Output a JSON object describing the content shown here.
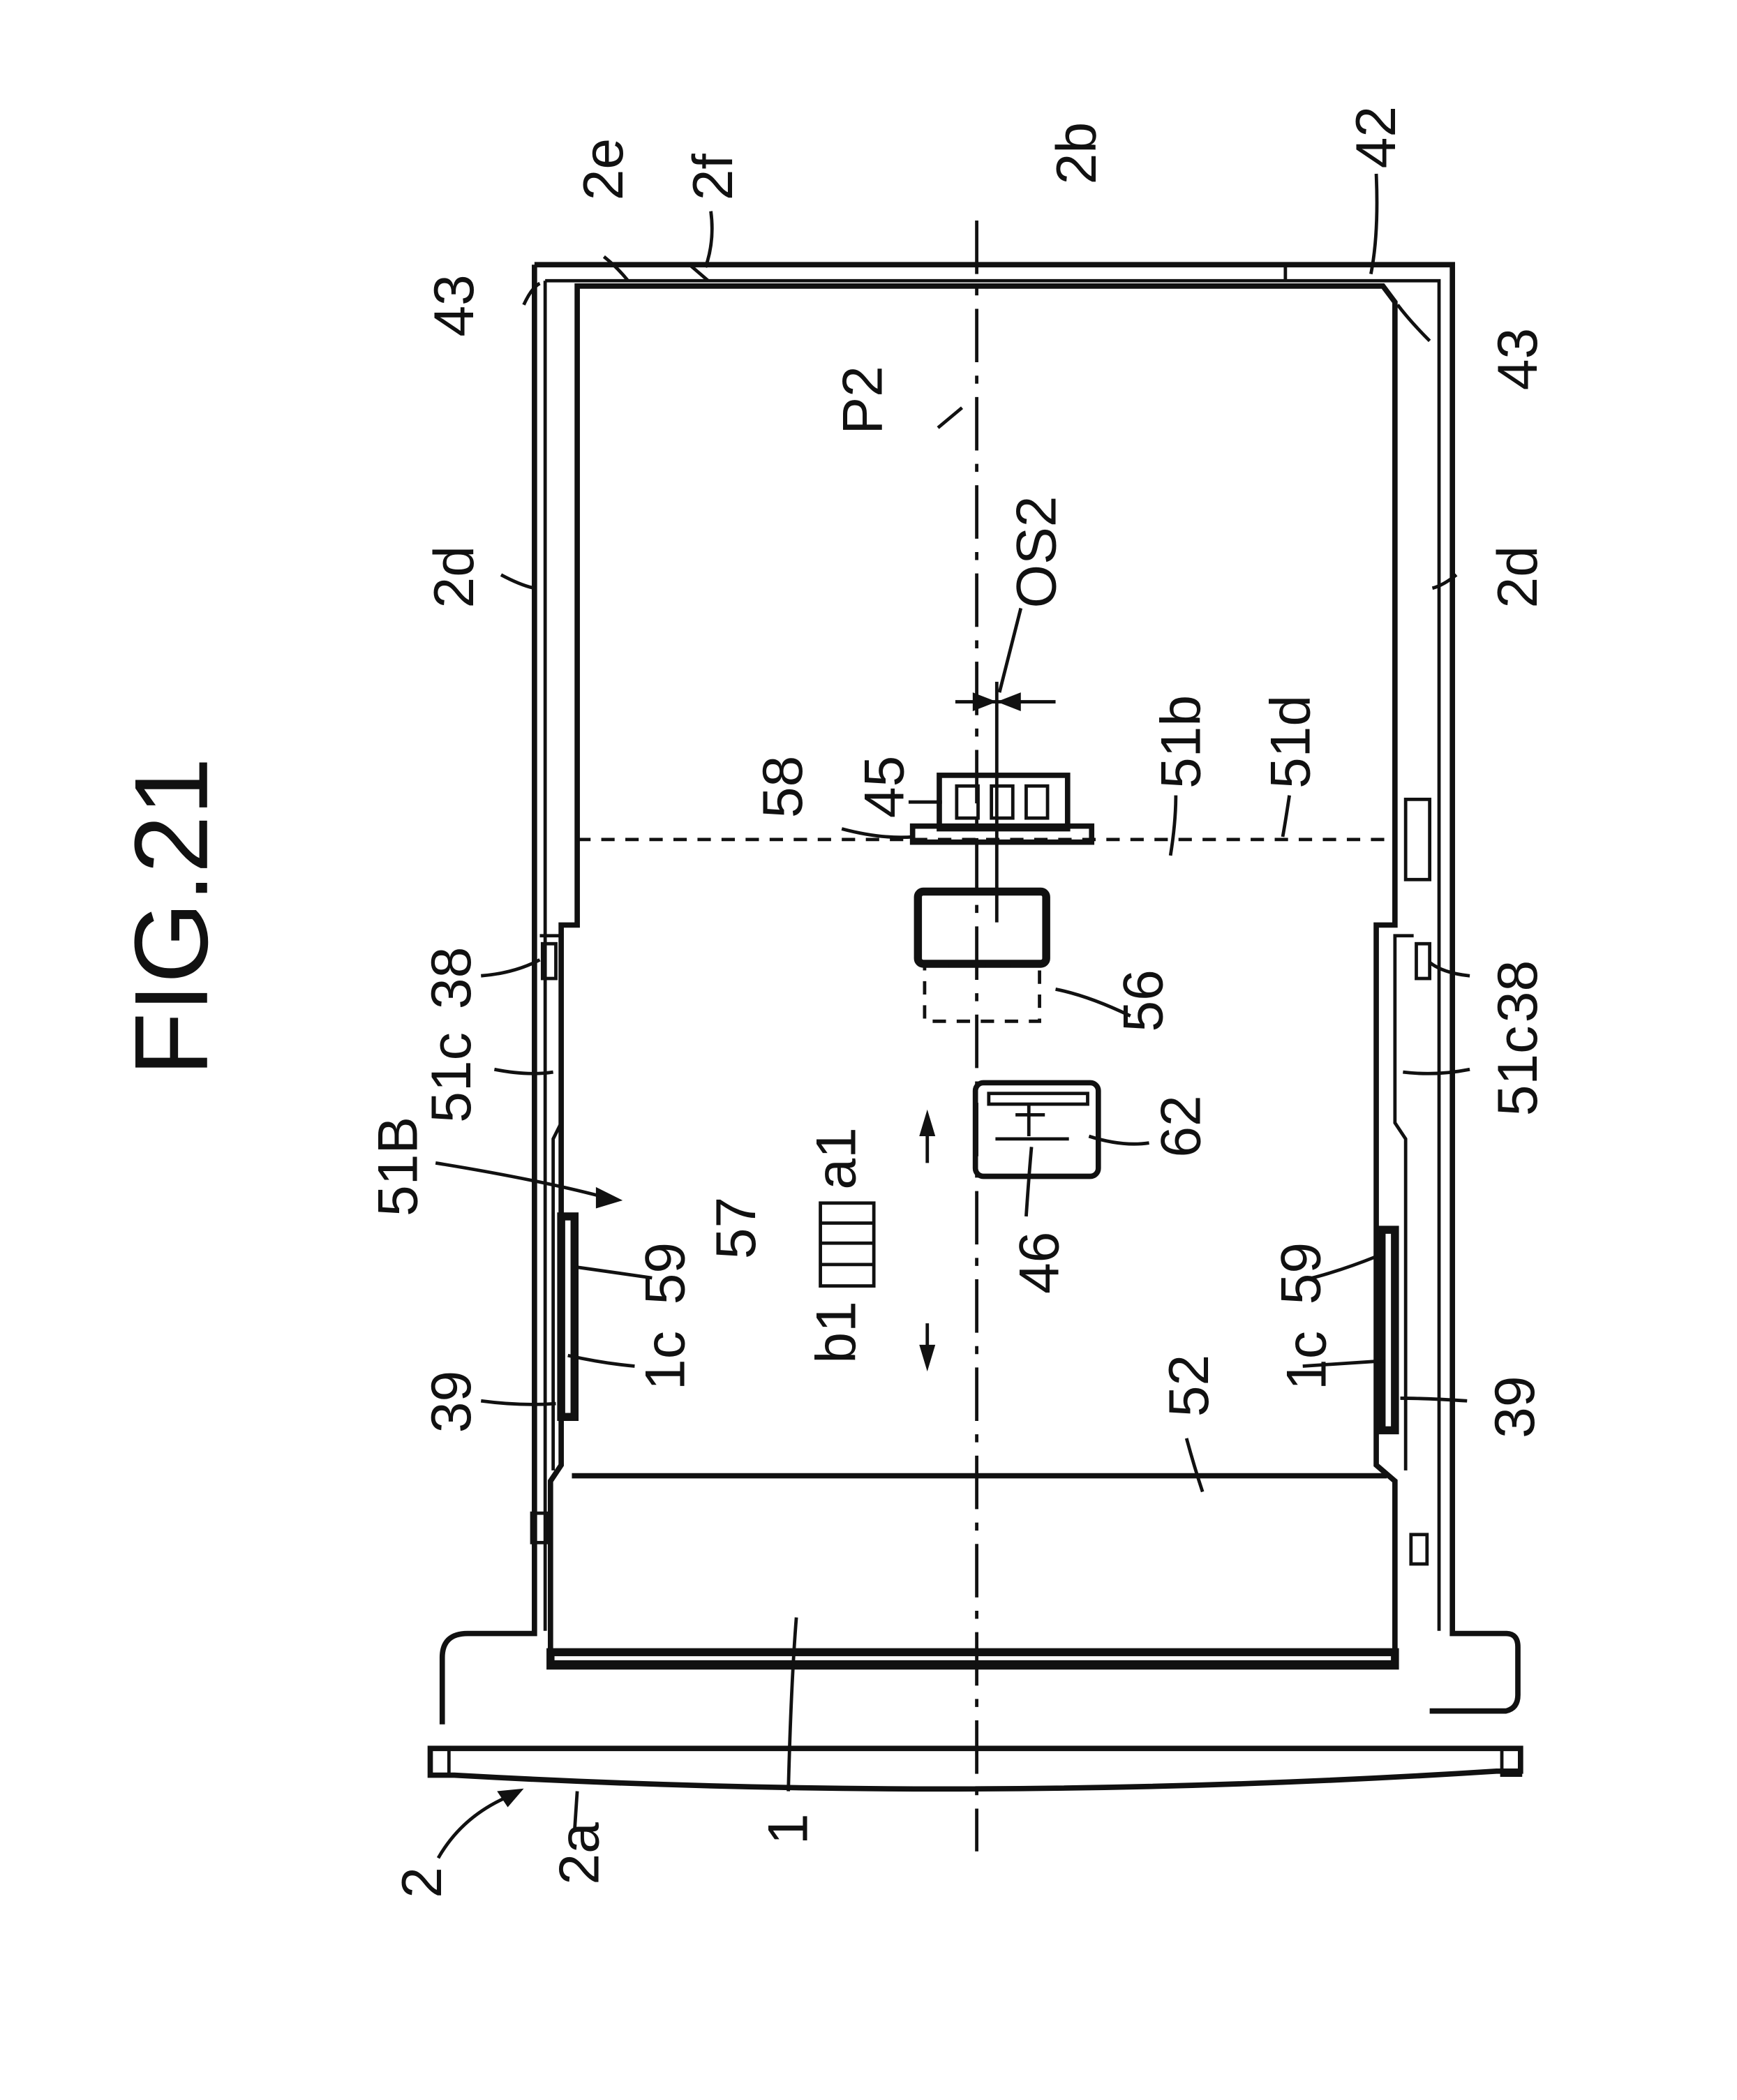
{
  "figure": {
    "title": "FIG.21"
  },
  "labels": {
    "l_2e": "2e",
    "l_2f": "2f",
    "l_2b": "2b",
    "l_42": "42",
    "l_43_top": "43",
    "l_43_right": "43",
    "l_P2": "P2",
    "l_2d_left": "2d",
    "l_2d_right": "2d",
    "l_OS2": "OS2",
    "l_51b": "51b",
    "l_51d": "51d",
    "l_58": "58",
    "l_45": "45",
    "l_38_left": "38",
    "l_38_right": "38",
    "l_56": "56",
    "l_51c_left": "51c",
    "l_51c_right": "51c",
    "l_62": "62",
    "l_51B": "51B",
    "l_a1": "a1",
    "l_57": "57",
    "l_46": "46",
    "l_59_left": "59",
    "l_59_right": "59",
    "l_b1": "b1",
    "l_1c_left": "1c",
    "l_1c_right": "1c",
    "l_52": "52",
    "l_39_left": "39",
    "l_39_right": "39",
    "l_2": "2",
    "l_2a": "2a",
    "l_1": "1"
  }
}
